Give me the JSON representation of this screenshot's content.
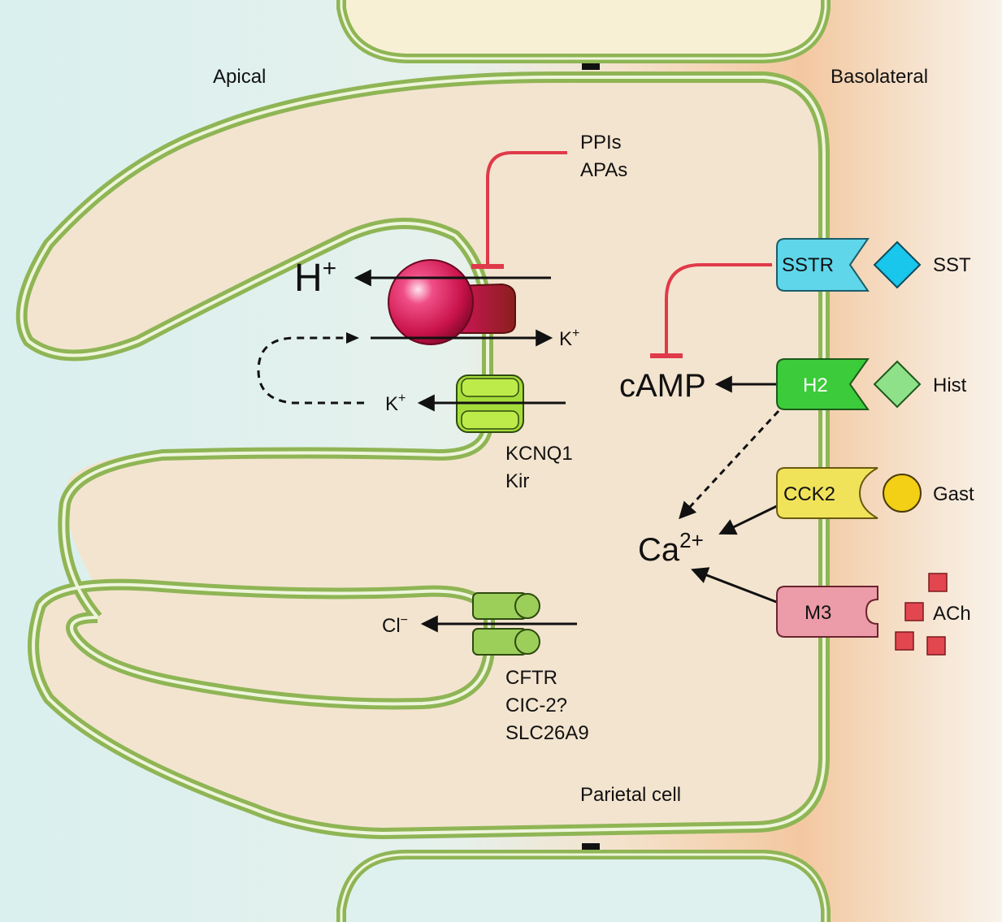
{
  "regions": {
    "apical": "Apical",
    "basolateral": "Basolateral",
    "cell": "Parietal cell"
  },
  "proton_pump": {
    "ion_out": "H",
    "ion_out_charge": "+",
    "ion_in": "K",
    "ion_in_charge": "+",
    "inhibitors": [
      "PPIs",
      "APAs"
    ]
  },
  "k_channel": {
    "ion": "K",
    "ion_charge": "+",
    "names": [
      "KCNQ1",
      "Kir"
    ]
  },
  "cl_channel": {
    "ion": "Cl",
    "ion_charge": "−",
    "names": [
      "CFTR",
      "CIC-2?",
      "SLC26A9"
    ]
  },
  "second_messengers": {
    "camp": "cAMP",
    "ca": "Ca",
    "ca_charge": "2+"
  },
  "receptors": [
    {
      "name": "SSTR",
      "ligand": "SST",
      "color": "#5fd6ea",
      "ligand_color": "#19c6ec",
      "ligand_shape": "diamond-icon"
    },
    {
      "name": "H2",
      "ligand": "Hist",
      "color": "#3ccb3a",
      "ligand_color": "#8ee089",
      "ligand_shape": "diamond-icon"
    },
    {
      "name": "CCK2",
      "ligand": "Gast",
      "color": "#f0e35a",
      "ligand_color": "#f3cf16",
      "ligand_shape": "circle-icon"
    },
    {
      "name": "M3",
      "ligand": "ACh",
      "color": "#ec9ba8",
      "ligand_color": "#e2464f",
      "ligand_shape": "square-icon"
    }
  ],
  "colors": {
    "apical_lumen": "#dff1ef",
    "cytoplasm": "#f3e4cf",
    "basolateral": "#f3c9a2",
    "membrane": "#8fb555",
    "inhibition": "#e03a4a",
    "neighbor_cell_top": "#f8f0d4",
    "neighbor_cell_bottom": "#dff1ef"
  }
}
